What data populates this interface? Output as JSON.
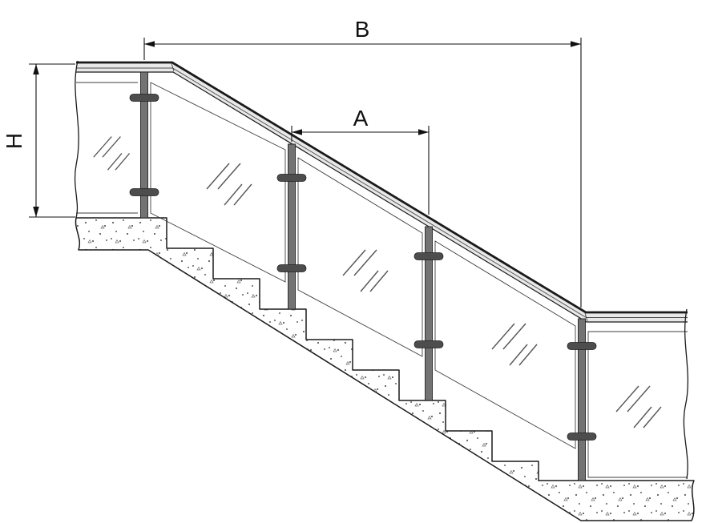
{
  "diagram": {
    "type": "technical-drawing",
    "subject": "glass-railing-on-staircase",
    "labels": {
      "overall_span": "B",
      "post_spacing": "A",
      "railing_height": "H"
    },
    "colors": {
      "line": "#1a1a1a",
      "post_fill": "#737373",
      "clamp_fill": "#4d4d4d",
      "rail_fill": "#e8e8e8",
      "stipple": "#5f5f5f",
      "background": "#ffffff"
    }
  }
}
